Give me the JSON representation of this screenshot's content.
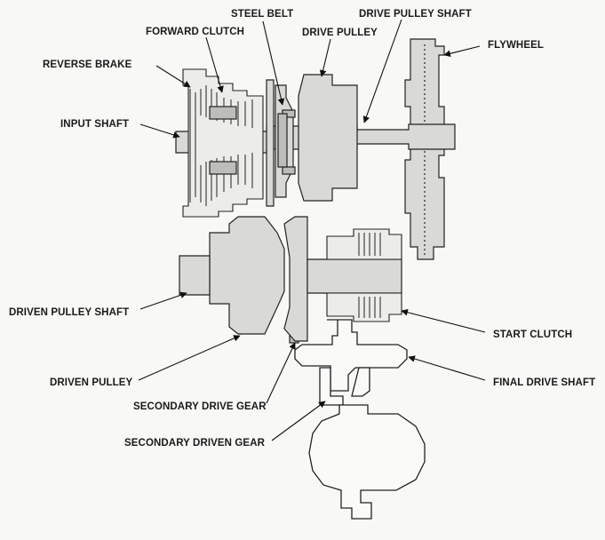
{
  "labels": {
    "steel_belt": "STEEL BELT",
    "drive_pulley_shaft": "DRIVE PULLEY SHAFT",
    "forward_clutch": "FORWARD CLUTCH",
    "drive_pulley": "DRIVE PULLEY",
    "flywheel": "FLYWHEEL",
    "reverse_brake": "REVERSE BRAKE",
    "input_shaft": "INPUT SHAFT",
    "driven_pulley_shaft": "DRIVEN PULLEY SHAFT",
    "start_clutch": "START CLUTCH",
    "driven_pulley": "DRIVEN PULLEY",
    "final_drive_shaft": "FINAL DRIVE SHAFT",
    "secondary_drive_gear": "SECONDARY DRIVE GEAR",
    "secondary_driven_gear": "SECONDARY DRIVEN GEAR"
  },
  "colors": {
    "background": "#f8f8f6",
    "ink": "#1a1a1a",
    "part_fill": "#d9d9d6"
  }
}
